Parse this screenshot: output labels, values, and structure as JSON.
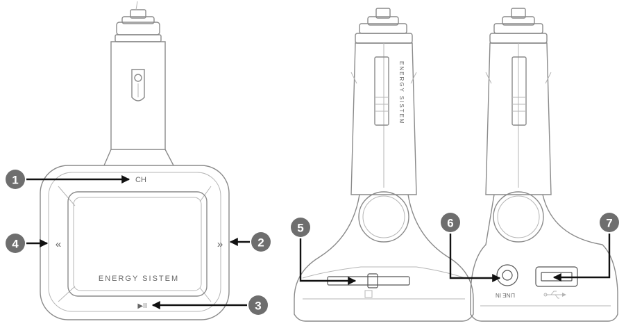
{
  "front_view": {
    "brand": "ENERGY SISTEM",
    "ch_label": "CH",
    "prev_glyph": "«",
    "next_glyph": "»",
    "play_pause_glyph": "▶II"
  },
  "side_view": {
    "brand_vertical": "ENERGY SISTEM"
  },
  "bottom_view": {
    "line_in_label": "LINE IN",
    "usb_symbol": "usb-symbol-icon"
  },
  "callouts": [
    {
      "number": "1",
      "target": "ch-button"
    },
    {
      "number": "2",
      "target": "next-button"
    },
    {
      "number": "3",
      "target": "play-pause-button"
    },
    {
      "number": "4",
      "target": "prev-button"
    },
    {
      "number": "5",
      "target": "slide-switch"
    },
    {
      "number": "6",
      "target": "line-in-jack"
    },
    {
      "number": "7",
      "target": "usb-port"
    }
  ],
  "colors": {
    "outline": "#8a8a8a",
    "badge": "#6e6e6e",
    "arrow": "#111111"
  }
}
